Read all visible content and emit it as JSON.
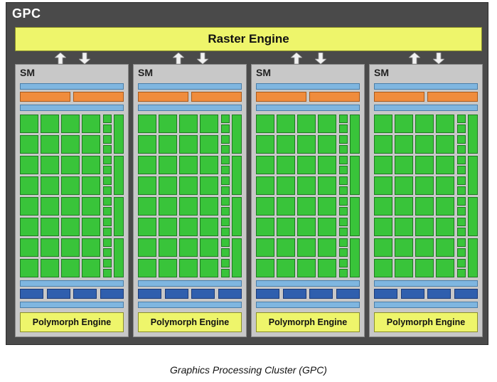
{
  "gpc": {
    "title": "GPC",
    "raster_engine_label": "Raster Engine"
  },
  "sms": [
    {
      "label": "SM",
      "polymorph_label": "Polymorph Engine"
    },
    {
      "label": "SM",
      "polymorph_label": "Polymorph Engine"
    },
    {
      "label": "SM",
      "polymorph_label": "Polymorph Engine"
    },
    {
      "label": "SM",
      "polymorph_label": "Polymorph Engine"
    }
  ],
  "caption": "Graphics Processing Cluster (GPC)",
  "colors": {
    "gpc_background": "#4a4a4a",
    "sm_background": "#c8c8c8",
    "engine_yellow": "#eef56b",
    "core_green": "#39c43a",
    "light_blue": "#7fb6e0",
    "orange": "#f08c3c",
    "dark_blue": "#2f5fae"
  },
  "icons": [
    "arrow-up-icon",
    "arrow-down-icon"
  ]
}
